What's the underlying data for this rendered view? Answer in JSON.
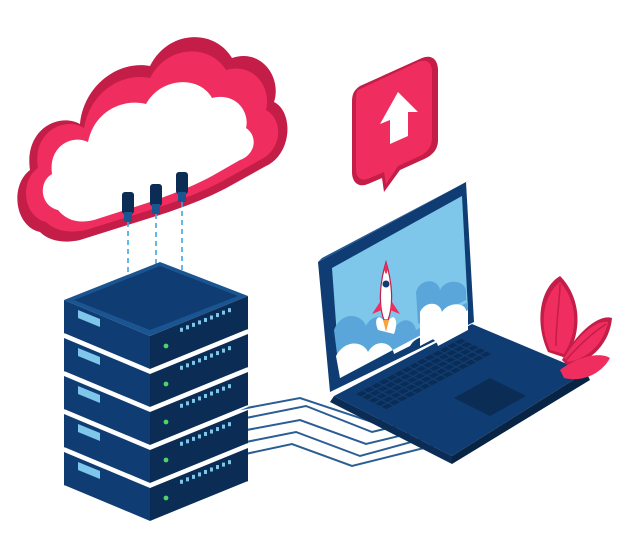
{
  "scene": {
    "elements": [
      "cloud",
      "server-rack",
      "laptop",
      "upload-notification",
      "plant-leaves",
      "network-cables"
    ]
  },
  "server": {
    "unit_count": 5
  },
  "notification": {
    "icon": "arrow-up-icon"
  },
  "laptop": {
    "screen_icon": "rocket-icon"
  },
  "colors": {
    "accent": "#ef2d5e",
    "accent_dark": "#c41d47",
    "navy": "#0f3d73",
    "navy_dark": "#0a2c55",
    "navy_light": "#1b5591",
    "sky": "#7ec7ea",
    "cable": "#2a5d94",
    "led": "#4fd36b",
    "screen_cloud": "#5aa6da"
  }
}
